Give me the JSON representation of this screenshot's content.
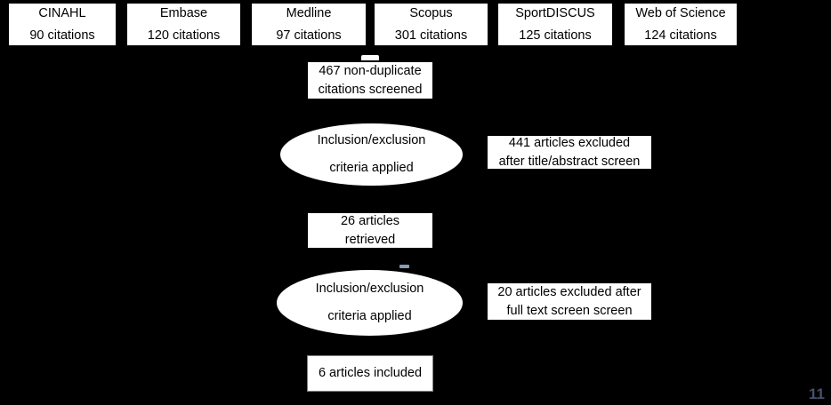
{
  "diagram": {
    "title": "PRISMA study selection flow diagram",
    "background_color": "#000000",
    "node_fill_color": "#ffffff",
    "node_text_color": "#000000"
  },
  "sources": [
    {
      "name": "CINAHL",
      "citations": "90 citations"
    },
    {
      "name": "Embase",
      "citations": "120 citations"
    },
    {
      "name": "Medline",
      "citations": "97 citations"
    },
    {
      "name": "Scopus",
      "citations": "301 citations"
    },
    {
      "name": "SportDISCUS",
      "citations": "125 citations"
    },
    {
      "name": "Web of Science",
      "citations": "124 citations"
    }
  ],
  "flow": {
    "screened": {
      "line1": "467 non-duplicate",
      "line2": "citations screened"
    },
    "criteria_1": {
      "line1": "Inclusion/exclusion",
      "line2": "criteria applied"
    },
    "excluded_1": {
      "line1": "441 articles excluded",
      "line2": "after title/abstract screen"
    },
    "retrieved": {
      "line1": "26 articles",
      "line2": "retrieved"
    },
    "criteria_2": {
      "line1": "Inclusion/exclusion",
      "line2": "criteria applied"
    },
    "excluded_2": {
      "line1": "20 articles excluded after",
      "line2": "full text screen screen"
    },
    "included": {
      "line1": "6 articles included"
    }
  },
  "footer": {
    "page_number": "11",
    "page_number_color": "#46526b"
  },
  "chart_data": {
    "type": "diagram",
    "title": "Study selection flow",
    "stages": [
      {
        "stage": "database_search",
        "label": "CINAHL",
        "value": 90
      },
      {
        "stage": "database_search",
        "label": "Embase",
        "value": 120
      },
      {
        "stage": "database_search",
        "label": "Medline",
        "value": 97
      },
      {
        "stage": "database_search",
        "label": "Scopus",
        "value": 301
      },
      {
        "stage": "database_search",
        "label": "SportDISCUS",
        "value": 125
      },
      {
        "stage": "database_search",
        "label": "Web of Science",
        "value": 124
      },
      {
        "stage": "screened",
        "label": "non-duplicate citations screened",
        "value": 467
      },
      {
        "stage": "excluded",
        "label": "excluded after title/abstract screen",
        "value": 441
      },
      {
        "stage": "retrieved",
        "label": "articles retrieved",
        "value": 26
      },
      {
        "stage": "excluded",
        "label": "excluded after full text screen",
        "value": 20
      },
      {
        "stage": "included",
        "label": "articles included",
        "value": 6
      }
    ]
  }
}
